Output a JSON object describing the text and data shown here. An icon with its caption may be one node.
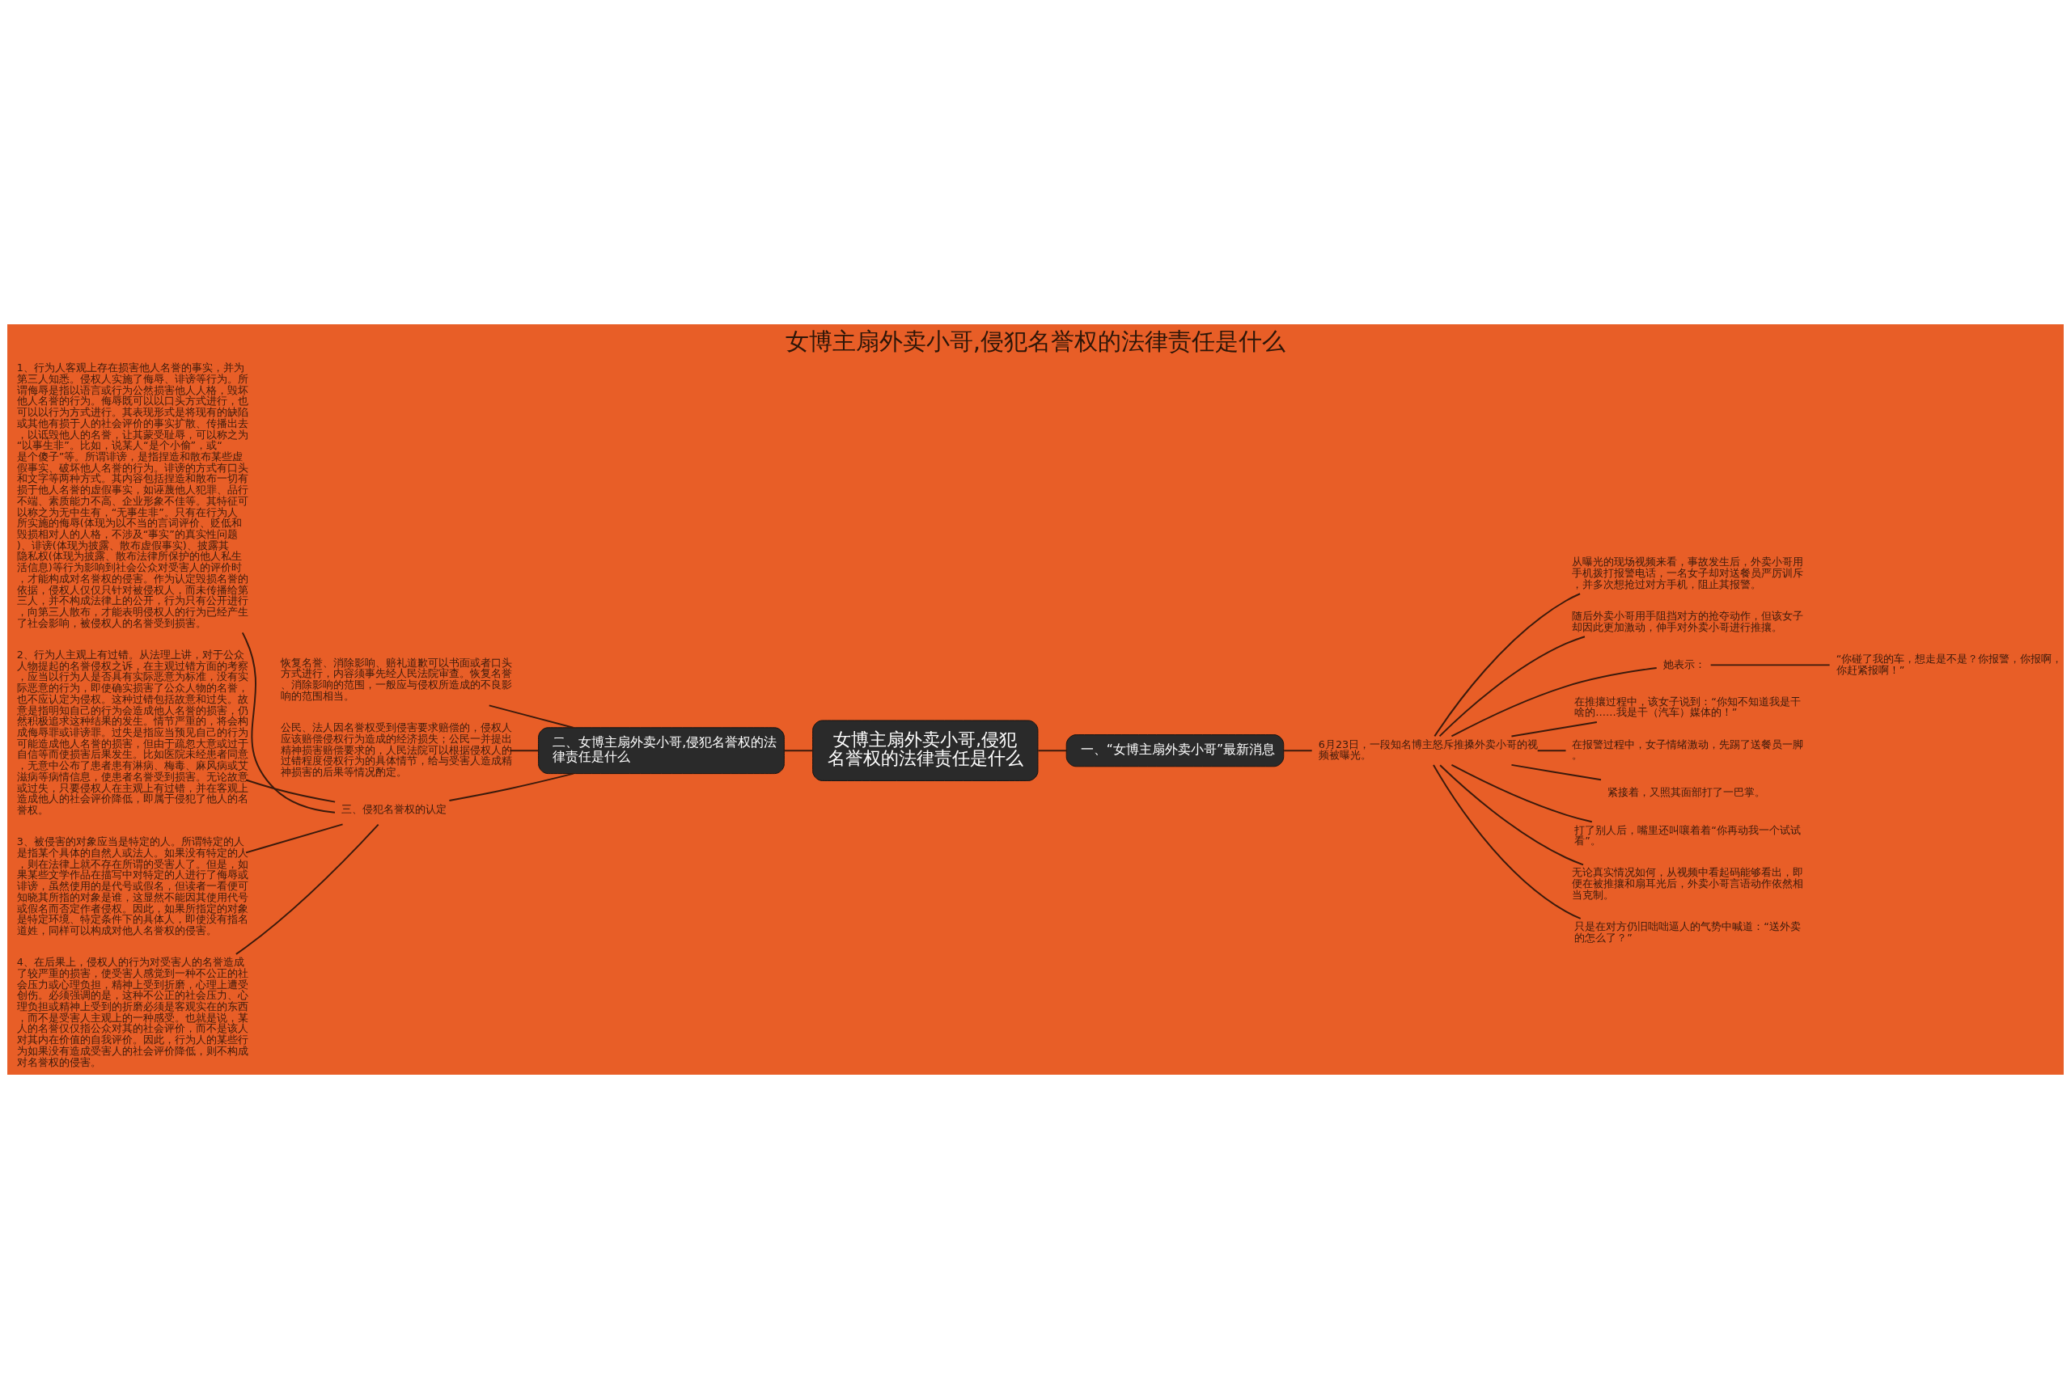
{
  "diagram": {
    "title": "女博主扇外卖小哥,侵犯名誉权的法律责任是什么",
    "nodes": [
      {
        "text": [
          "女博主扇外卖小哥,侵犯名誉权的法律责任是什么"
        ]
      },
      {
        "text": [
          "二、女博主扇外卖小哥,侵犯名誉权的法律责任是什么"
        ]
      },
      {
        "text": [
          "恢复名誉、消除影响、赔礼道歉可以书面或者口头方式进行，内容须事先经人民法院审查。恢复名誉、消除影响的范围，一般应与侵权所造成的不良影响的范围相当。"
        ]
      },
      {
        "text": [
          "公民、法人因名誉权受到侵害要求赔偿的，侵权人应该赔偿侵权行为造成的经济损失；公民一并提出精神损害赔偿要求的，人民法院可以根据侵权人的过错程度侵权行为的具体情节，给与受害人造成精神损害的后果等情况酌定。"
        ]
      },
      {
        "text": [
          "三、侵犯名誉权的认定"
        ]
      },
      {
        "text": [
          "1、行为人客观上存在损害他人名誉的事实，并为第三人知悉。侵权人实施了侮辱、诽谤等行为。所谓侮辱是指以语言或行为公然损害他人人格，毁坏他人名誉的行为。侮辱既可以以口头方式进行，也可以以行为方式进行。其表现形式是将现有的缺陷或其他有损于人的社会评价的事实扩散、传播出去，以诋毁他人的名誉，让其蒙受耻辱，可以称之为“以事生非”。比如，说某人“是个小偷”，或“是个傻子”等。所谓诽谤，是指捏造和散布某些虚假事实、破坏他人名誉的行为。诽谤的方式有口头和文字等两种方式。其内容包括捏造和散布一切有损于他人名誉的虚假事实，如诬蔑他人犯罪、品行不端、素质能力不高、企业形象不佳等。其特征可以称之为无中生有，“无事生非”。只有在行为人所实施的侮辱(体现为以不当的言词评价、贬低和毁损相对人的人格，不涉及“事实”的真实性问题)、诽谤(体现为披露、散布虚假事实)、披露其隐私权(体现为披露、散布法律所保护的他人私生活信息)等行为影响到社会公众对受害人的评价时，才能构成对名誉权的侵害。作为认定毁损名誉的依据，侵权人仅仅只针对被侵权人，而未传播给第三人，并不构成法律上的公开，行为只有公开进行，向第三人散布，才能表明侵权人的行为已经产生了社会影响，被侵权人的名誉受到损害。"
        ]
      },
      {
        "text": [
          "2、行为人主观上有过错。从法理上讲，对于公众人物提起的名誉侵权之诉，在主观过错方面的考察，应当以行为人是否具有实际恶意为标准，没有实际恶意的行为，即使确实损害了公众人物的名誉，也不应认定为侵权。这种过错包括故意和过失。故意是指明知自己的行为会造成他人名誉的损害，仍然积极追求这种结果的发生。情节严重的，将会构成侮辱罪或诽谤罪。过失是指应当预见自己的行为可能造成他人名誉的损害，但由于疏忽大意或过于自信等而使损害后果发生。比如医院未经患者同意，无意中公布了患者患有淋病、梅毒、麻风病或艾滋病等病情信息，使患者名誉受到损害。无论故意或过失，只要侵权人在主观上有过错，并在客观上造成他人的社会评价降低，即属于侵犯了他人的名誉权。"
        ]
      },
      {
        "text": [
          "3、被侵害的对象应当是特定的人。所谓特定的人是指某个具体的自然人或法人。如果没有特定的人，则在法律上就不存在所谓的受害人了。但是，如果某些文学作品在描写中对特定的人进行了侮辱或诽谤，虽然使用的是代号或假名，但读者一看便可知晓其所指的对象是谁，这显然不能因其使用代号或假名而否定作者侵权。因此，如果所指定的对象是特定环境、特定条件下的具体人，即使没有指名道姓，同样可以构成对他人名誉权的侵害。"
        ]
      },
      {
        "text": [
          "4、在后果上，侵权人的行为对受害人的名誉造成了较严重的损害，使受害人感觉到一种不公正的社会压力或心理负担，精神上受到折磨，心理上遭受创伤。必须强调的是，这种不公正的社会压力、心理负担或精神上受到的折磨必须是客观实在的东西，而不是受害人主观上的一种感受。也就是说，某人的名誉仅仅指公众对其的社会评价，而不是该人对其内在价值的自我评价。因此，行为人的某些行为如果没有造成受害人的社会评价降低，则不构成对名誉权的侵害。"
        ]
      },
      {
        "text": [
          "一、“女博主扇外卖小哥”最新消息"
        ]
      },
      {
        "text": [
          "6月23日，一段知名博主怒斥推搡外卖小哥的视频被曝光。"
        ]
      },
      {
        "text": [
          "从曝光的现场视频来看，事故发生后，外卖小哥用手机拨打报警电话，一名女子却对送餐员严厉训斥，并多次想抢过对方手机，阻止其报警。"
        ]
      },
      {
        "text": [
          "随后外卖小哥用手阻挡对方的抢夺动作，但该女子却因此更加激动，伸手对外卖小哥进行推攘。"
        ]
      },
      {
        "text": [
          "她表示："
        ]
      },
      {
        "text": [
          "“你碰了我的车，想走是不是？你报警，你报啊，你赶紧报啊！”"
        ]
      },
      {
        "text": [
          "在推攘过程中，该女子说到：“你知不知道我是干啥的……我是干（汽车）媒体的！”"
        ]
      },
      {
        "text": [
          "在报警过程中，女子情绪激动，先踢了送餐员一脚。"
        ]
      },
      {
        "text": [
          "紧接着，又照其面部打了一巴掌。"
        ]
      },
      {
        "text": [
          "打了别人后，嘴里还叫嚷着着“你再动我一个试试看”。"
        ]
      },
      {
        "text": [
          "无论真实情况如何，从视频中看起码能够看出，即便在被推攘和扇耳光后，外卖小哥言语动作依然相当克制。"
        ]
      },
      {
        "text": [
          "只是在对方仍旧咄咄逼人的气势中喊道：“送外卖的怎么了？”"
        ]
      }
    ],
    "edges": [
      {
        "from": 0,
        "to": 1,
        "arrow": "none"
      },
      {
        "from": 1,
        "to": 2,
        "arrow": "none"
      },
      {
        "from": 1,
        "to": 3,
        "arrow": "none"
      },
      {
        "from": 1,
        "to": 4,
        "arrow": "none"
      },
      {
        "from": 4,
        "to": 5,
        "arrow": "none"
      },
      {
        "from": 4,
        "to": 6,
        "arrow": "none"
      },
      {
        "from": 4,
        "to": 7,
        "arrow": "none"
      },
      {
        "from": 4,
        "to": 8,
        "arrow": "none"
      },
      {
        "from": 0,
        "to": 9,
        "arrow": "none"
      },
      {
        "from": 9,
        "to": 10,
        "arrow": "none"
      },
      {
        "from": 10,
        "to": 11,
        "arrow": "none"
      },
      {
        "from": 10,
        "to": 12,
        "arrow": "none"
      },
      {
        "from": 10,
        "to": 13,
        "arrow": "none"
      },
      {
        "from": 13,
        "to": 14,
        "arrow": "none"
      },
      {
        "from": 10,
        "to": 15,
        "arrow": "none"
      },
      {
        "from": 10,
        "to": 16,
        "arrow": "none"
      },
      {
        "from": 10,
        "to": 17,
        "arrow": "none"
      },
      {
        "from": 10,
        "to": 18,
        "arrow": "none"
      },
      {
        "from": 10,
        "to": 19,
        "arrow": "none"
      },
      {
        "from": 10,
        "to": 20,
        "arrow": "none"
      }
    ]
  }
}
